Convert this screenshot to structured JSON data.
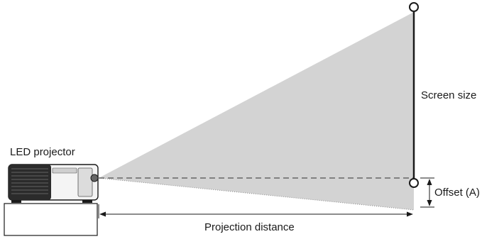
{
  "labels": {
    "projector": "LED projector",
    "screen_size": "Screen size",
    "offset": "Offset (A)",
    "projection_distance": "Projection distance"
  },
  "colors": {
    "beam": "#d3d3d3",
    "line": "#1a1a1a",
    "dashed": "#666666",
    "background": "#ffffff"
  },
  "icons": {
    "projector": "projector-icon",
    "table": "table-icon"
  }
}
